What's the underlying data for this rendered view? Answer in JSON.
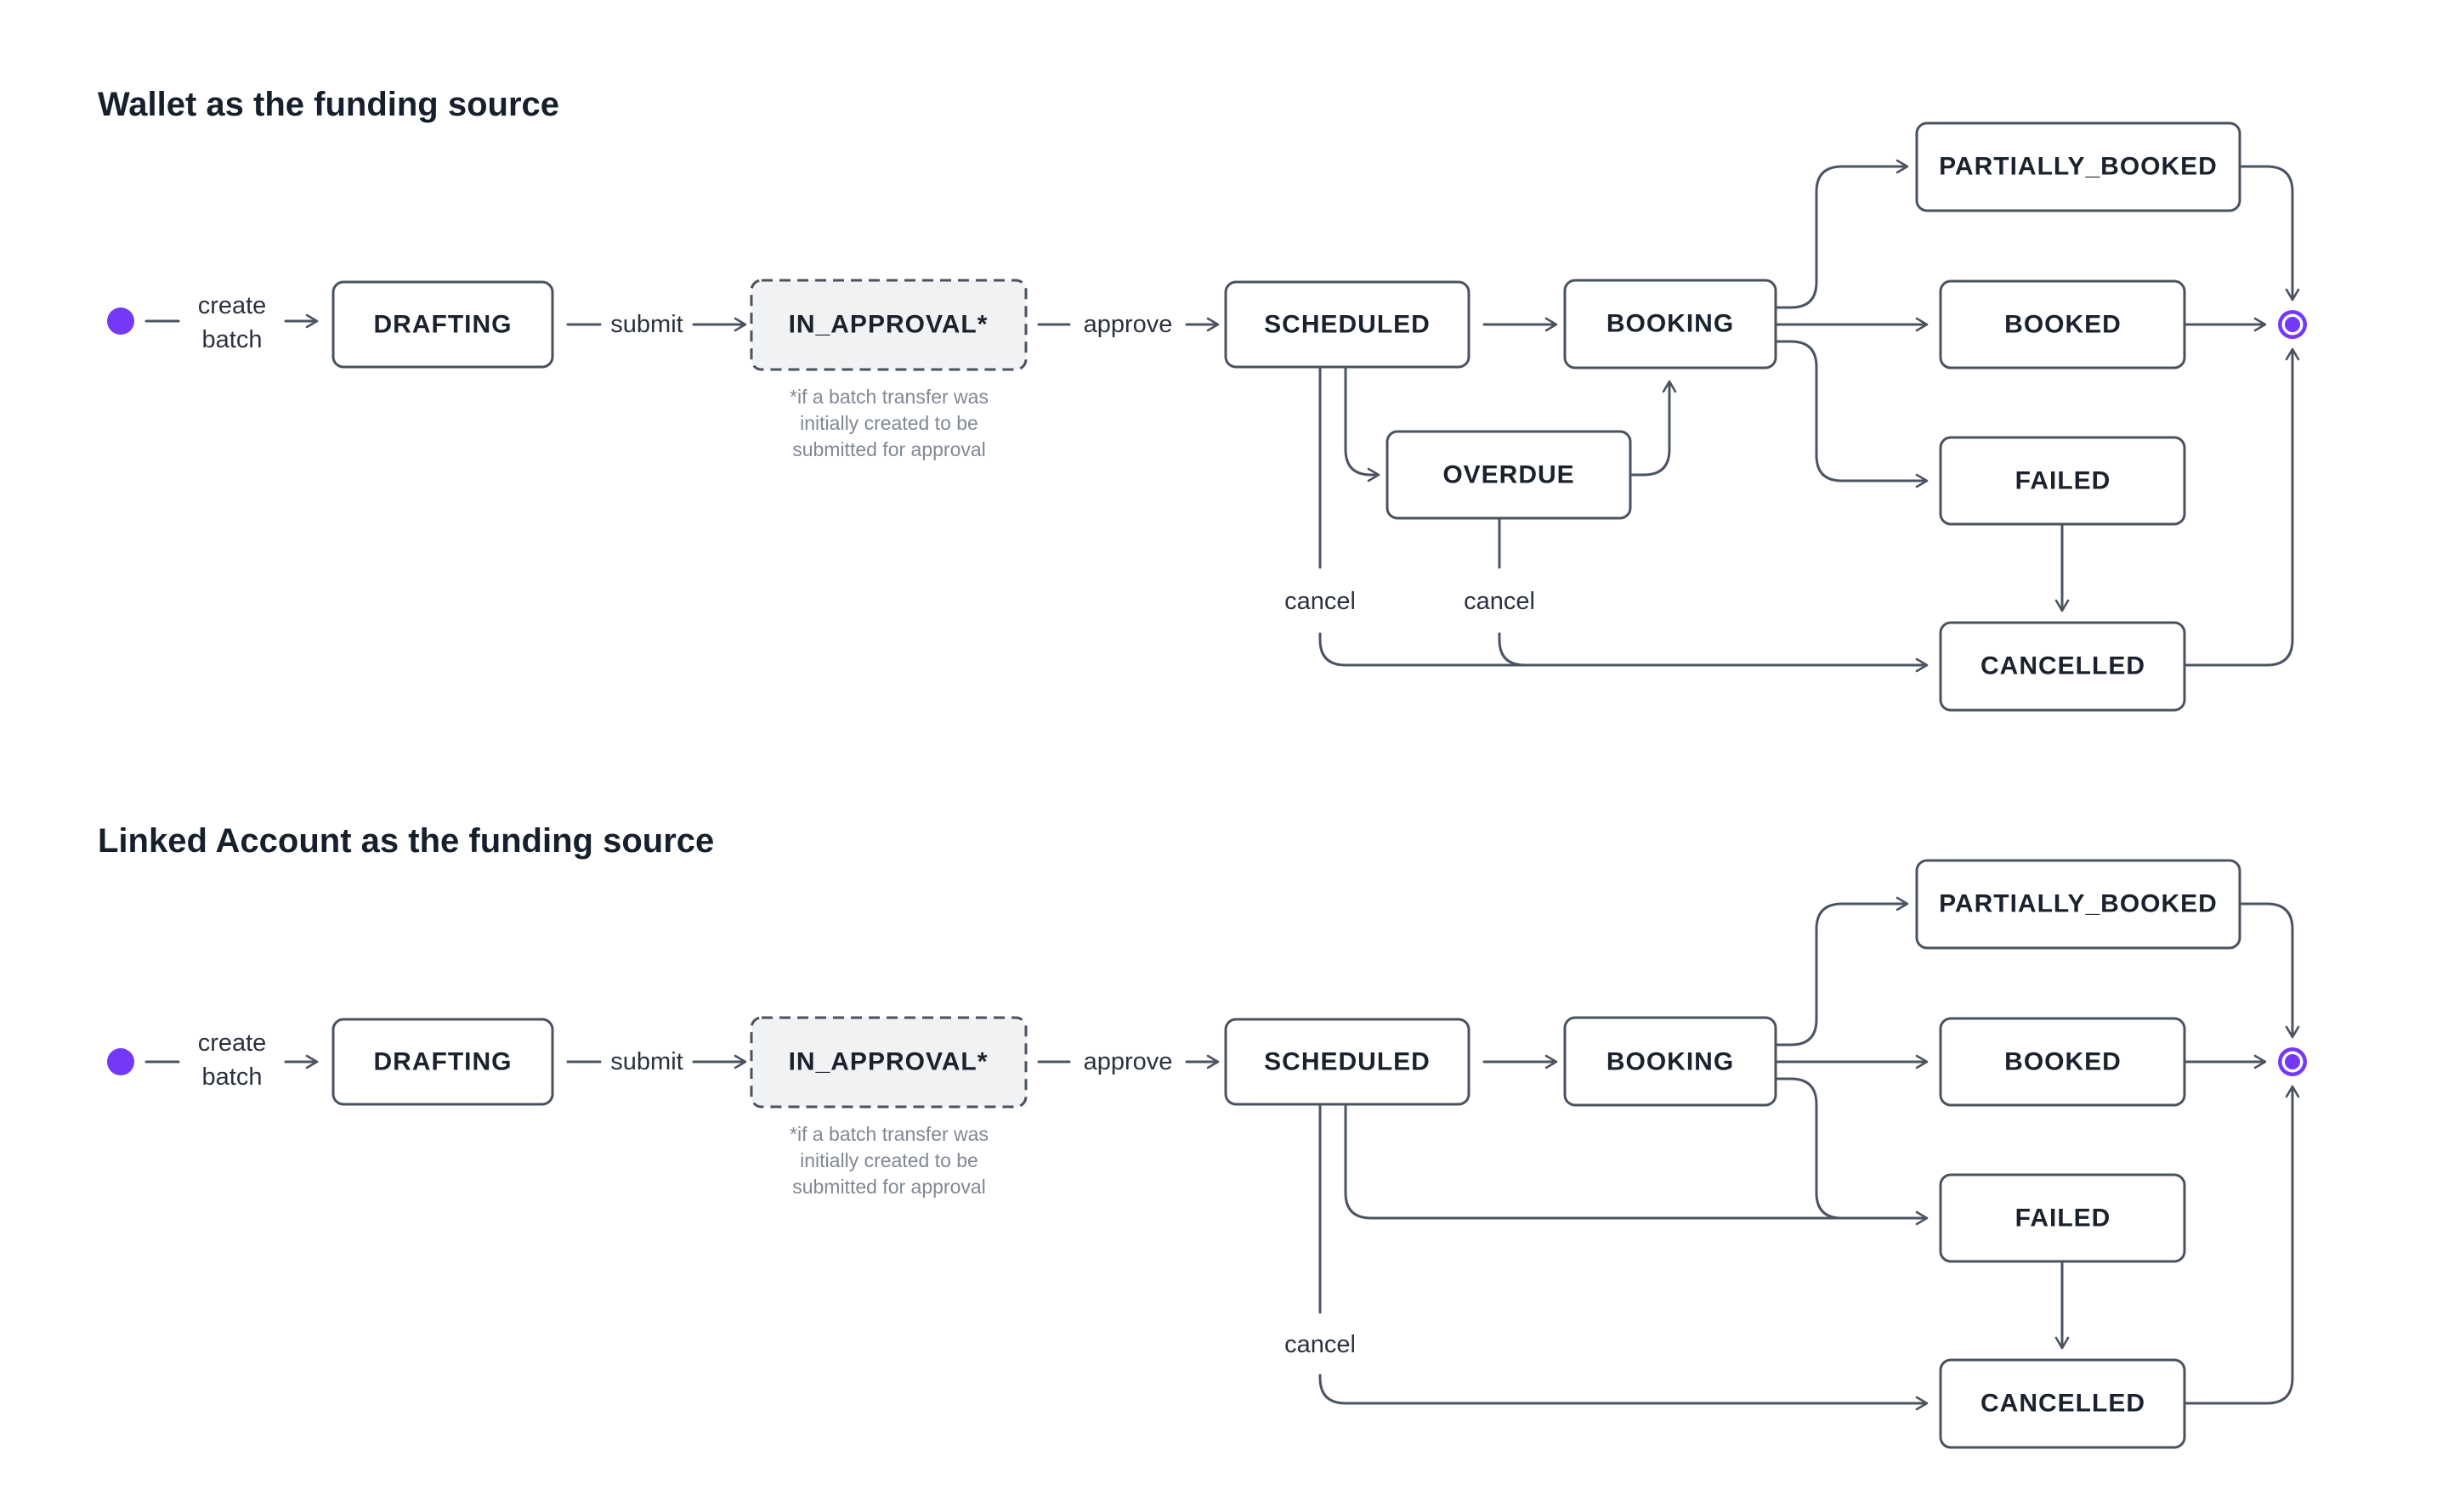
{
  "colors": {
    "accent_purple": "#7438f8",
    "connector": "#4a5462",
    "node_border": "#49525f",
    "node_text": "#1a222e",
    "edge_label": "#2a3240",
    "note_text": "#7f8894",
    "approval_fill": "#f1f2f4",
    "background": "#ffffff"
  },
  "wallet_flow": {
    "title": "Wallet as the funding source",
    "start_label_line1": "create",
    "start_label_line2": "batch",
    "edge_submit": "submit",
    "edge_approve": "approve",
    "edge_cancel_scheduled": "cancel",
    "edge_cancel_overdue": "cancel",
    "nodes": {
      "drafting": "DRAFTING",
      "in_approval": "IN_APPROVAL*",
      "scheduled": "SCHEDULED",
      "booking": "BOOKING",
      "overdue": "OVERDUE",
      "partially_booked": "PARTIALLY_BOOKED",
      "booked": "BOOKED",
      "failed": "FAILED",
      "cancelled": "CANCELLED"
    },
    "note_line1": "*if a batch transfer was",
    "note_line2": "initially created to be",
    "note_line3": "submitted for approval"
  },
  "linked_flow": {
    "title": "Linked Account as the funding source",
    "start_label_line1": "create",
    "start_label_line2": "batch",
    "edge_submit": "submit",
    "edge_approve": "approve",
    "edge_cancel_scheduled": "cancel",
    "nodes": {
      "drafting": "DRAFTING",
      "in_approval": "IN_APPROVAL*",
      "scheduled": "SCHEDULED",
      "booking": "BOOKING",
      "partially_booked": "PARTIALLY_BOOKED",
      "booked": "BOOKED",
      "failed": "FAILED",
      "cancelled": "CANCELLED"
    },
    "note_line1": "*if a batch transfer was",
    "note_line2": "initially created to be",
    "note_line3": "submitted for approval"
  }
}
